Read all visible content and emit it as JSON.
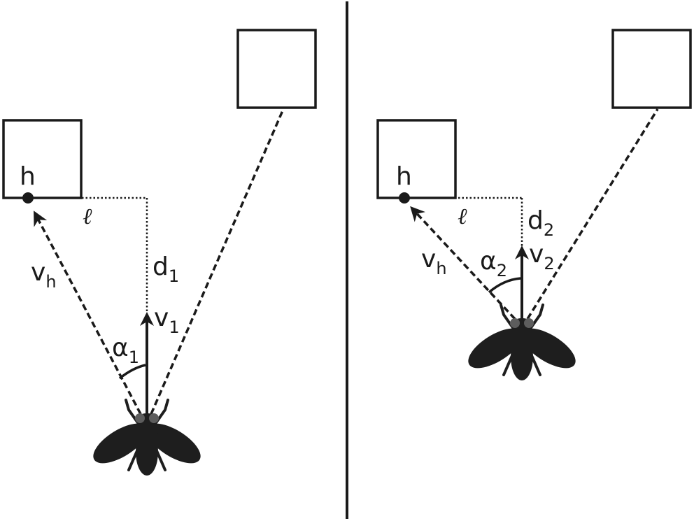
{
  "panels": [
    {
      "id": "left",
      "head_label": "h",
      "length_label": "ℓ",
      "distance_label": {
        "main": "d",
        "sub": "1"
      },
      "velocity_label": {
        "main": "v",
        "sub": "1"
      },
      "head_velocity_label": {
        "main": "v",
        "sub": "h"
      },
      "angle_label": {
        "main": "α",
        "sub": "1"
      }
    },
    {
      "id": "right",
      "head_label": "h",
      "length_label": "ℓ",
      "distance_label": {
        "main": "d",
        "sub": "2"
      },
      "velocity_label": {
        "main": "v",
        "sub": "2"
      },
      "head_velocity_label": {
        "main": "v",
        "sub": "h"
      },
      "angle_label": {
        "main": "α",
        "sub": "2"
      }
    }
  ],
  "colors": {
    "ink": "#1a1a1a",
    "fly_body": "#1e1e1e",
    "fly_eyes": "#5d5d5d",
    "background": "#ffffff"
  },
  "icons": {
    "fly": "fly-silhouette-icon"
  }
}
